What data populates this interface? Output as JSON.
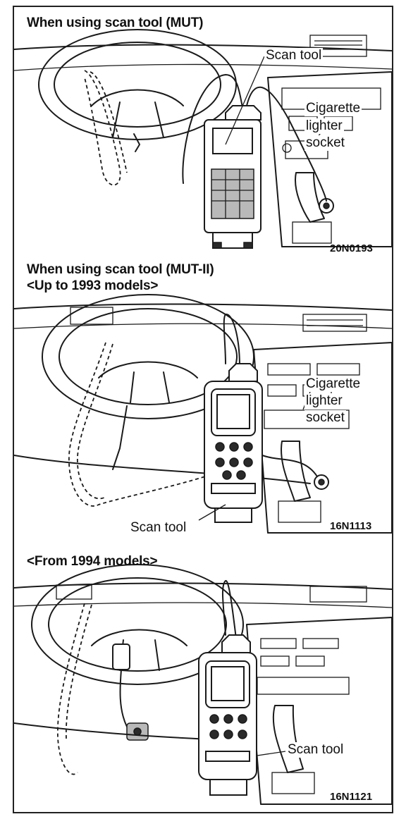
{
  "panels": [
    {
      "heading": "When using scan tool (MUT)",
      "scan_tool_label": "Scan tool",
      "socket_label_lines": [
        "Cigarette",
        "lighter",
        "socket"
      ],
      "figure_code": "20N0193"
    },
    {
      "heading_line1": "When using scan tool (MUT-II)",
      "heading_line2": "<Up to 1993 models>",
      "socket_label_lines": [
        "Cigarette",
        "lighter",
        "socket"
      ],
      "scan_tool_label": "Scan tool",
      "figure_code": "16N1113"
    },
    {
      "heading": "<From 1994 models>",
      "scan_tool_label": "Scan tool",
      "figure_code": "16N1121"
    }
  ]
}
